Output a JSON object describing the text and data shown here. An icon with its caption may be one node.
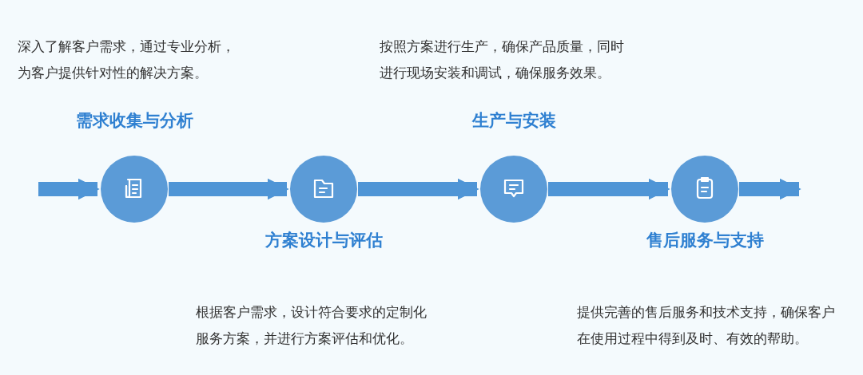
{
  "diagram": {
    "nodes": [
      {
        "text": [
          "需求收集与分析"
        ]
      },
      {
        "text": [
          "方案设计与评估"
        ]
      },
      {
        "text": [
          "生产与安装"
        ]
      },
      {
        "text": [
          "售后服务与支持"
        ]
      }
    ],
    "edges": [
      {
        "from": null,
        "to": 0,
        "arrow": "to"
      },
      {
        "from": 0,
        "to": 1,
        "arrow": "to"
      },
      {
        "from": 1,
        "to": 2,
        "arrow": "to"
      },
      {
        "from": 2,
        "to": 3,
        "arrow": "to"
      },
      {
        "from": 3,
        "to": null,
        "arrow": "to"
      }
    ],
    "labels": [
      "深入了解客户需求，通过专业分析，为客户提供针对性的解决方案。",
      "按照方案进行生产，确保产品质量，同时进行现场安装和调试，确保服务效果。",
      "根据客户需求，设计符合要求的定制化服务方案，并进行方案评估和优化。",
      "提供完善的售后服务和技术支持，确保客户在使用过程中得到及时、有效的帮助。"
    ]
  }
}
